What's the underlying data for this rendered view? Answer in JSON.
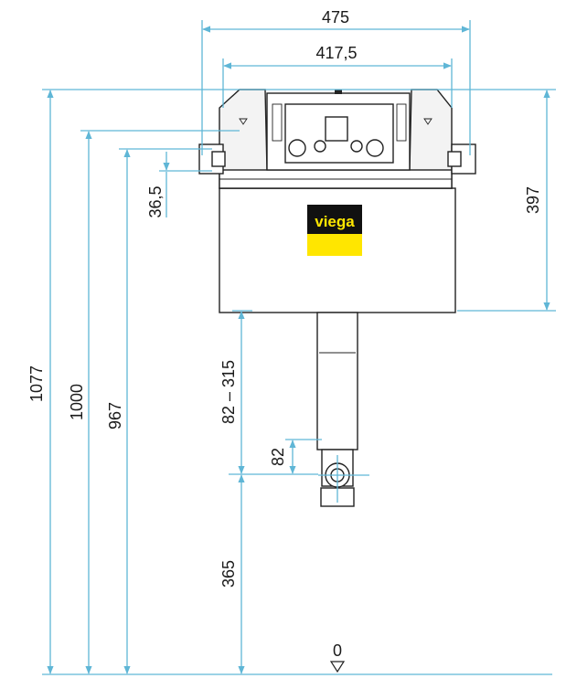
{
  "dimensions": {
    "overall_width": "475",
    "frame_width": "417,5",
    "total_height": "1077",
    "height_1000": "1000",
    "height_967": "967",
    "bracket_offset": "36,5",
    "tank_height": "397",
    "pipe_range": "82 – 315",
    "outlet_offset": "82",
    "outlet_height": "365",
    "floor_level": "0"
  },
  "logo": {
    "text": "viega",
    "color_yellow": "#ffe600",
    "color_black": "#111111"
  },
  "colors": {
    "dimension_line": "#5fb6d6",
    "outline": "#222222"
  }
}
